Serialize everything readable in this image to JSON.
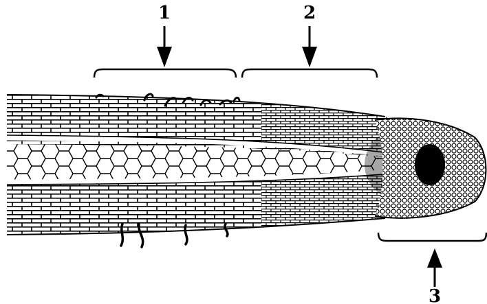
{
  "labels": {
    "one": "1",
    "two": "2",
    "three": "3"
  },
  "colors": {
    "ink": "#000000",
    "paper": "#ffffff"
  }
}
